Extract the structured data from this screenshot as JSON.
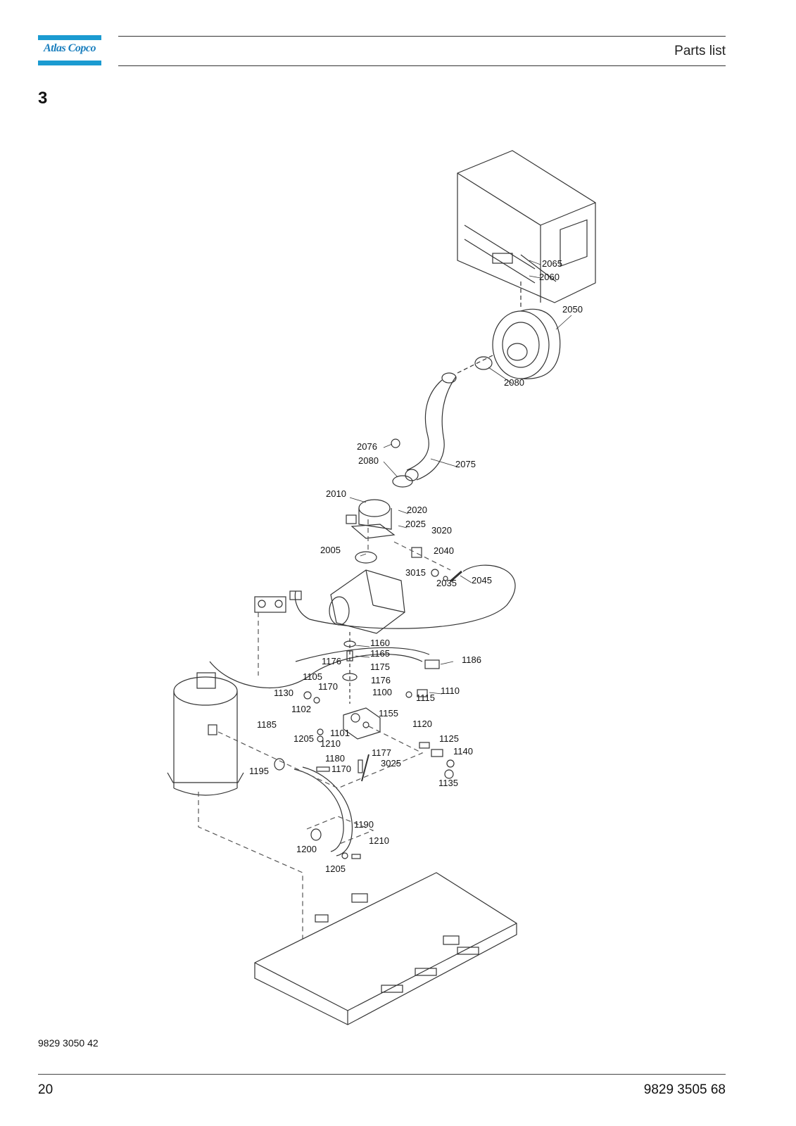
{
  "header": {
    "logo_text": "Atlas Copco",
    "title": "Parts list"
  },
  "section": {
    "number": "3"
  },
  "callouts": [
    "2065",
    "2060",
    "2050",
    "2080",
    "2075",
    "2076",
    "2080",
    "2010",
    "2020",
    "2025",
    "3020",
    "2040",
    "2005",
    "3015",
    "2035",
    "2045",
    "1160",
    "1165",
    "1176",
    "1175",
    "1105",
    "1170",
    "1176",
    "1100",
    "1130",
    "1186",
    "1110",
    "1115",
    "1102",
    "1155",
    "1185",
    "1101",
    "1120",
    "1205",
    "1125",
    "1210",
    "1140",
    "1180",
    "1177",
    "1195",
    "3025",
    "1170",
    "1135",
    "1190",
    "1210",
    "1200",
    "1205"
  ],
  "footer": {
    "doc_code": "9829 3050 42",
    "page_number": "20",
    "doc_number": "9829 3505 68"
  }
}
